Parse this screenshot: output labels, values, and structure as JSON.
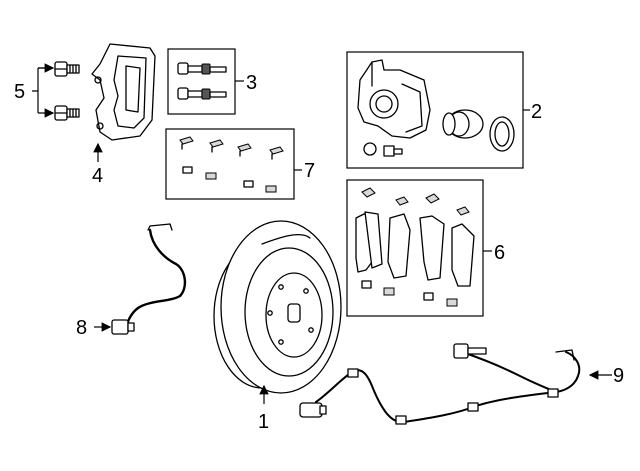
{
  "callouts": {
    "rotor": "1",
    "caliper": "2",
    "guide_pins": "3",
    "caliper_bracket": "4",
    "bracket_bolts": "5",
    "brake_pads": "6",
    "pad_clips": "7",
    "sensor_harness": "8",
    "wear_sensor": "9"
  }
}
